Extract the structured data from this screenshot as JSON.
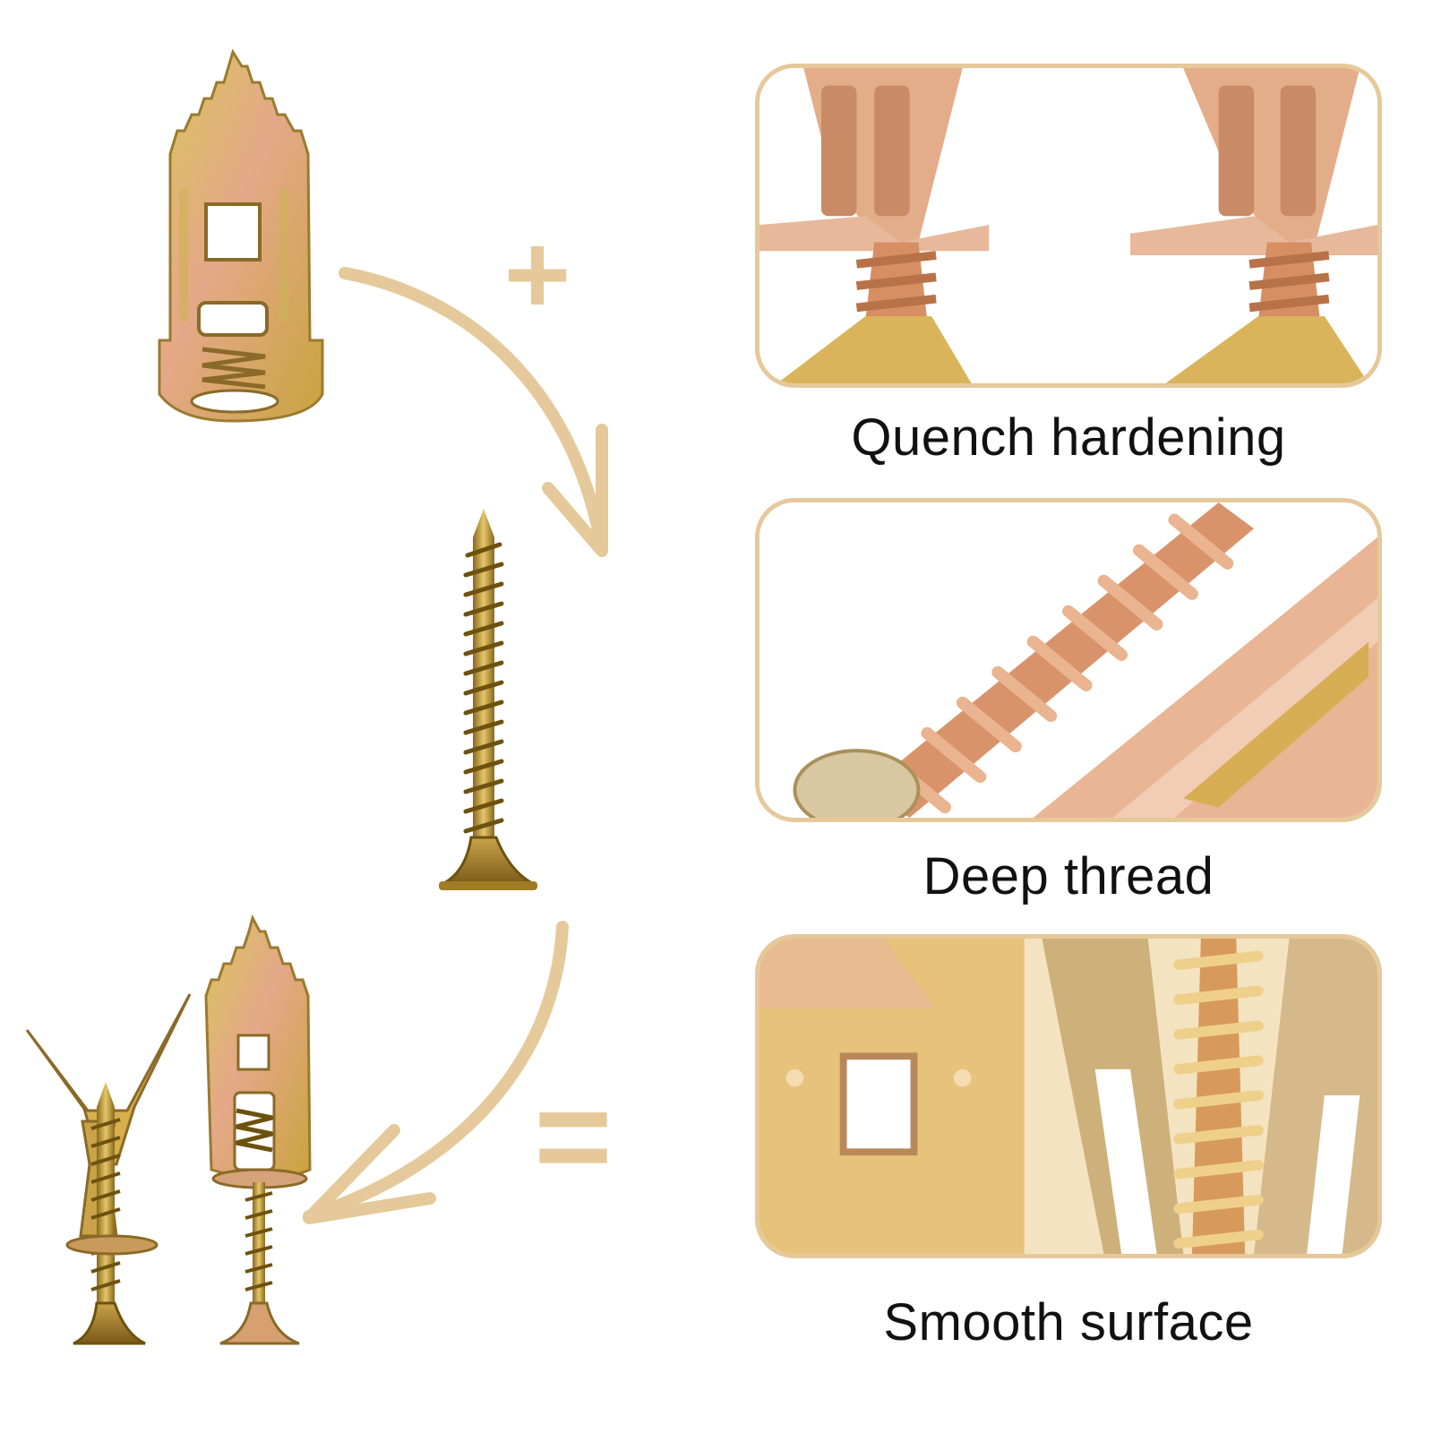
{
  "colors": {
    "accent": "#e6c99a",
    "text": "#111111",
    "metal_gold": "#d9b45a",
    "metal_copper": "#e0a17a"
  },
  "operators": {
    "plus": "+",
    "equals": "="
  },
  "features": [
    {
      "label": "Quench hardening"
    },
    {
      "label": "Deep thread"
    },
    {
      "label": "Smooth surface"
    }
  ]
}
